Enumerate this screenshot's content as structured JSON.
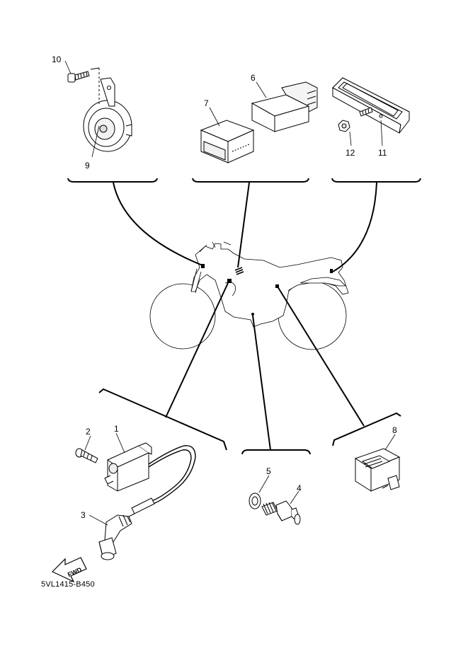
{
  "diagram": {
    "reference_code": "5VL1415-B450",
    "fwd_label": "FWD",
    "callouts": {
      "c1": "1",
      "c2": "2",
      "c3": "3",
      "c4": "4",
      "c5": "5",
      "c6": "6",
      "c7": "7",
      "c8": "8",
      "c9": "9",
      "c10": "10",
      "c11": "11",
      "c12": "12"
    },
    "colors": {
      "line": "#000000",
      "fill": "#ffffff",
      "fill_shade": "#e6e6e6"
    }
  }
}
